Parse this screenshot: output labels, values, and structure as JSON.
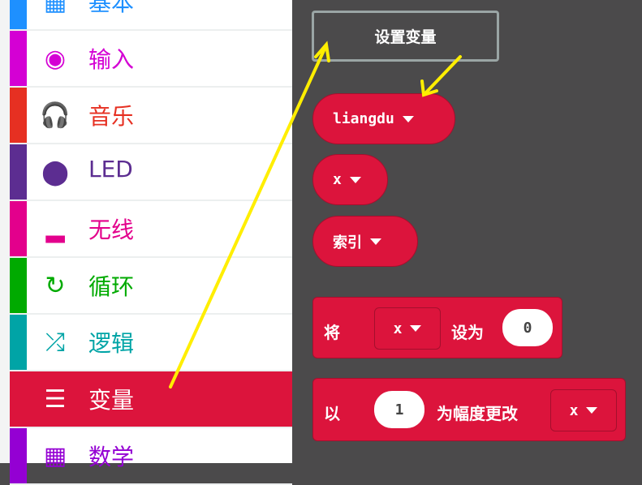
{
  "sidebar": {
    "items": [
      {
        "label": "基本",
        "color": "#1e90ff",
        "icon": "grid-icon"
      },
      {
        "label": "输入",
        "color": "#d400d4",
        "icon": "target-icon"
      },
      {
        "label": "音乐",
        "color": "#e63022",
        "icon": "headphones-icon"
      },
      {
        "label": "LED",
        "color": "#5c2d91",
        "icon": "toggle-icon"
      },
      {
        "label": "无线",
        "color": "#e3008c",
        "icon": "signal-icon"
      },
      {
        "label": "循环",
        "color": "#00aa00",
        "icon": "refresh-icon"
      },
      {
        "label": "逻辑",
        "color": "#00a4a6",
        "icon": "shuffle-icon"
      },
      {
        "label": "变量",
        "color": "#dc143c",
        "icon": "list-icon",
        "selected": true
      },
      {
        "label": "数学",
        "color": "#9400d3",
        "icon": "calculator-icon"
      }
    ]
  },
  "workspace": {
    "make_variable_label": "设置变量",
    "variables": [
      "liangdu",
      "x",
      "索引"
    ],
    "set_block": {
      "prefix": "将",
      "variable": "x",
      "middle": "设为",
      "value": "0"
    },
    "change_block": {
      "prefix": "以",
      "value": "1",
      "middle": "为幅度更改",
      "variable": "x"
    }
  }
}
